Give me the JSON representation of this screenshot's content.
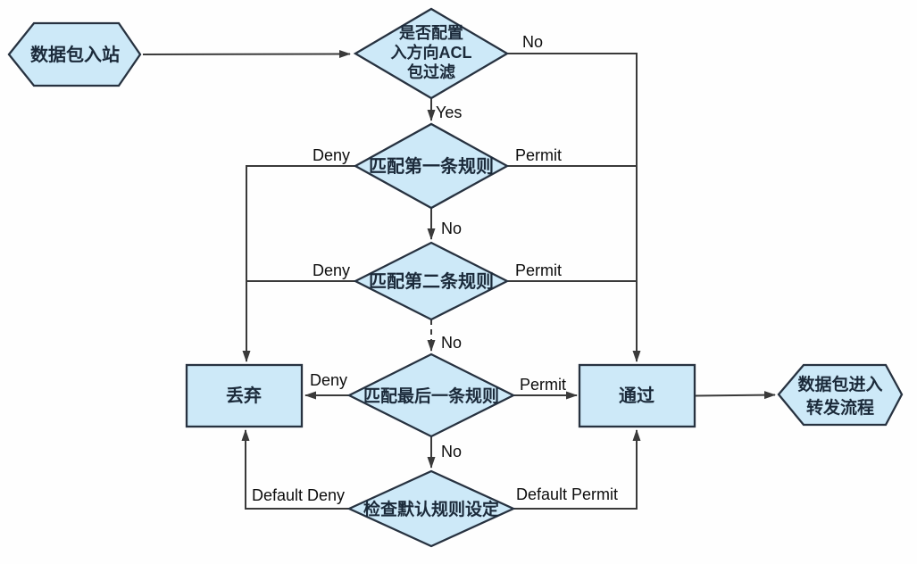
{
  "diagram": {
    "title": "ACL inbound packet filtering flowchart",
    "colors": {
      "background": "#fefefe",
      "shape_fill": "#cde9f8",
      "shape_border": "#273240",
      "shape_text": "#1b2a3a",
      "line": "#3a3a3a",
      "label_text": "#0d0d0d"
    },
    "nodes": {
      "start": {
        "type": "hexagon",
        "label": "数据包入站"
      },
      "config": {
        "type": "diamond",
        "lines": [
          "是否配置",
          "入方向ACL",
          "包过滤"
        ]
      },
      "rule1": {
        "type": "diamond",
        "label": "匹配第一条规则"
      },
      "rule2": {
        "type": "diamond",
        "label": "匹配第二条规则"
      },
      "last_rule": {
        "type": "diamond",
        "label": "匹配最后一条规则"
      },
      "default_rule": {
        "type": "diamond",
        "label": "检查默认规则设定"
      },
      "discard": {
        "type": "rect",
        "label": "丢弃"
      },
      "pass": {
        "type": "rect",
        "label": "通过"
      },
      "end": {
        "type": "hexagon",
        "lines": [
          "数据包进入",
          "转发流程"
        ]
      }
    },
    "edges": [
      {
        "from": "start",
        "to": "config",
        "label": ""
      },
      {
        "from": "config",
        "to": "pass",
        "label": "No"
      },
      {
        "from": "config",
        "to": "rule1",
        "label": "Yes"
      },
      {
        "from": "rule1",
        "to": "discard",
        "label": "Deny"
      },
      {
        "from": "rule1",
        "to": "pass",
        "label": "Permit"
      },
      {
        "from": "rule1",
        "to": "rule2",
        "label": "No"
      },
      {
        "from": "rule2",
        "to": "discard",
        "label": "Deny"
      },
      {
        "from": "rule2",
        "to": "pass",
        "label": "Permit"
      },
      {
        "from": "rule2",
        "to": "last_rule",
        "label": "No",
        "style": "dashed"
      },
      {
        "from": "last_rule",
        "to": "discard",
        "label": "Deny"
      },
      {
        "from": "last_rule",
        "to": "pass",
        "label": "Permit"
      },
      {
        "from": "last_rule",
        "to": "default_rule",
        "label": "No"
      },
      {
        "from": "default_rule",
        "to": "discard",
        "label": "Default Deny"
      },
      {
        "from": "default_rule",
        "to": "pass",
        "label": "Default Permit"
      },
      {
        "from": "pass",
        "to": "end",
        "label": ""
      }
    ]
  }
}
